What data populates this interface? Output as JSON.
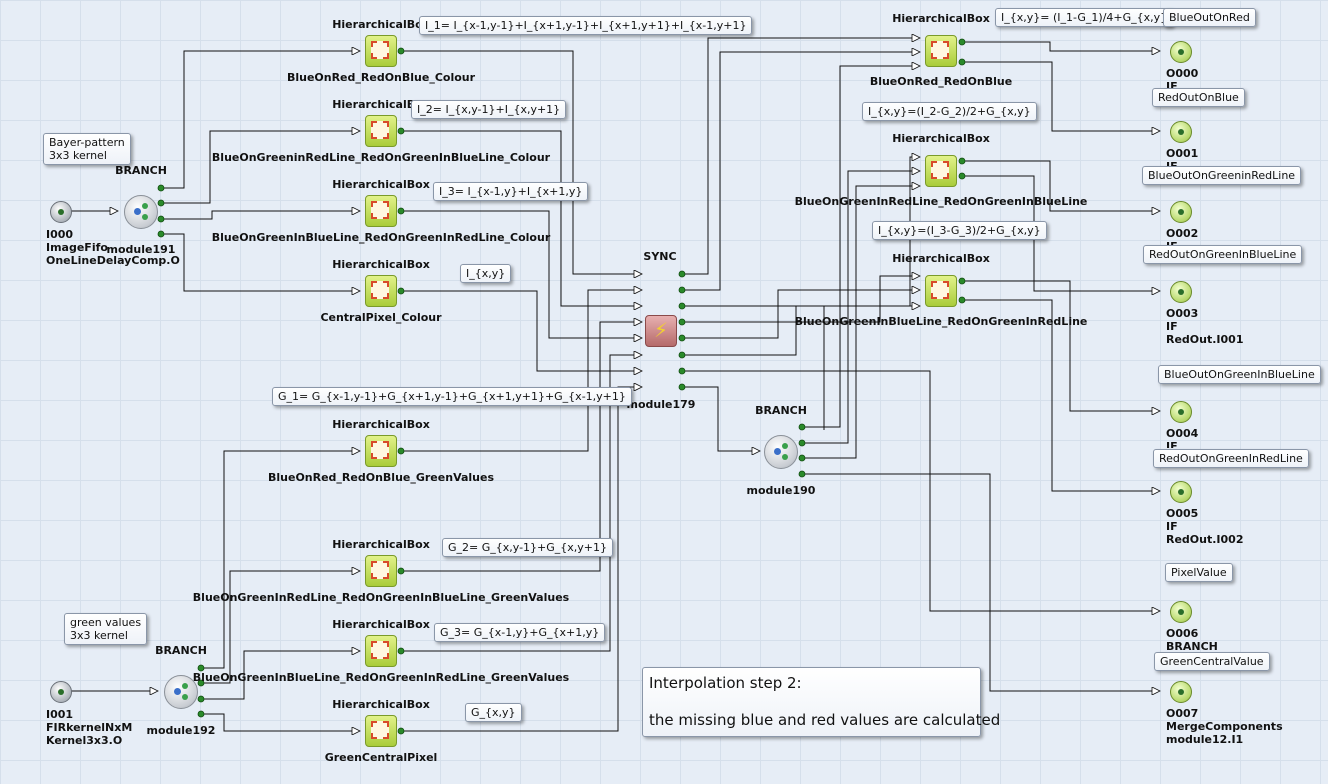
{
  "inputs": [
    {
      "id": "I000",
      "line1": "ImageFifo",
      "line2": "OneLineDelayComp.O"
    },
    {
      "id": "I001",
      "line1": "FIRkernelNxM",
      "line2": "Kernel3x3.O"
    }
  ],
  "outputs": [
    {
      "id": "O000",
      "sub": "IF"
    },
    {
      "id": "O001",
      "sub": "IF"
    },
    {
      "id": "O002",
      "sub": "IF"
    },
    {
      "id": "O003",
      "sub": "IF",
      "sub2": "RedOut.I001"
    },
    {
      "id": "O004",
      "sub": "IF"
    },
    {
      "id": "O005",
      "sub": "IF",
      "sub2": "RedOut.I002"
    },
    {
      "id": "O006",
      "sub": "BRANCH"
    },
    {
      "id": "O007",
      "sub": "MergeComponents",
      "sub2": "module12.I1"
    }
  ],
  "branches": [
    {
      "type": "BRANCH",
      "name": "module191"
    },
    {
      "type": "BRANCH",
      "name": "module192"
    },
    {
      "type": "BRANCH",
      "name": "module190"
    }
  ],
  "sync": {
    "type": "SYNC",
    "name": "module179"
  },
  "hbox_type": "HierarchicalBox",
  "hboxes": [
    "BlueOnRed_RedOnBlue_Colour",
    "BlueOnGreeninRedLine_RedOnGreenInBlueLine_Colour",
    "BlueOnGreenInBlueLine_RedOnGreenInRedLine_Colour",
    "CentralPixel_Colour",
    "BlueOnRed_RedOnBlue_GreenValues",
    "BlueOnGreenInRedLine_RedOnGreenInBlueLine_GreenValues",
    "BlueOnGreenInBlueLine_RedOnGreenInRedLine_GreenValues",
    "GreenCentralPixel",
    "BlueOnRed_RedOnBlue",
    "BlueOnGreenInRedLine_RedOnGreenInBlueLine",
    "BlueOnGreenInBlueLine_RedOnGreenInRedLine"
  ],
  "notes": {
    "bayer_l1": "Bayer-pattern",
    "bayer_l2": "3x3 kernel",
    "green_l1": "green values",
    "green_l2": "3x3 kernel",
    "i1": "I_1= I_{x-1,y-1}+I_{x+1,y-1}+I_{x+1,y+1}+I_{x-1,y+1}",
    "i2": "I_2= I_{x,y-1}+I_{x,y+1}",
    "i3": "I_3= I_{x-1,y}+I_{x+1,y}",
    "ixy": "I_{x,y}",
    "g1": "G_1= G_{x-1,y-1}+G_{x+1,y-1}+G_{x+1,y+1}+G_{x-1,y+1}",
    "g2": "G_2= G_{x,y-1}+G_{x,y+1}",
    "g3": "G_3= G_{x-1,y}+G_{x+1,y}",
    "gxy": "G_{x,y}",
    "f1": "I_{x,y}= (I_1-G_1)/4+G_{x,y}",
    "f2": "I_{x,y}=(I_2-G_2)/2+G_{x,y}",
    "f3": "I_{x,y}=(I_3-G_3)/2+G_{x,y}",
    "o0": "BlueOutOnRed",
    "o1": "RedOutOnBlue",
    "o2": "BlueOutOnGreeninRedLine",
    "o3": "RedOutOnGreenInBlueLine",
    "o4": "BlueOutOnGreenInBlueLine",
    "o5": "RedOutOnGreenInRedLine",
    "o6": "PixelValue",
    "o7": "GreenCentralValue",
    "interp_l1": "Interpolation step 2:",
    "interp_l2": "the missing blue and red values are calculated"
  },
  "colors": {
    "wire": "#111111",
    "port_dot": "#2a8a2a",
    "canvas": "#e6edf6"
  }
}
